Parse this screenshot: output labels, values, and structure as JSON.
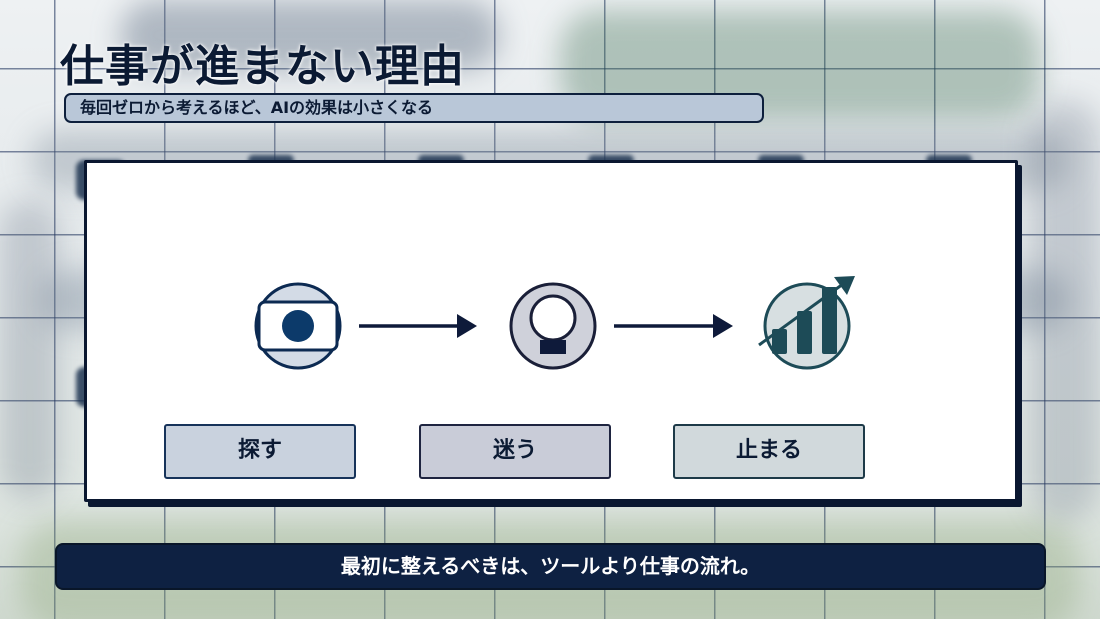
{
  "slide": {
    "title": "仕事が進まない理由",
    "subtitle": "毎回ゼロから考えるほど、AIの効果は小さくなる",
    "steps": [
      {
        "label": "探す",
        "icon": "search-screen-icon"
      },
      {
        "label": "迷う",
        "icon": "lightbulb-icon"
      },
      {
        "label": "止まる",
        "icon": "growth-chart-icon"
      }
    ],
    "footer": "最初に整えるべきは、ツールより仕事の流れ。"
  },
  "colors": {
    "navy": "#0e2142",
    "step1_fill": "#c9d2de",
    "step2_fill": "#c9ccd8",
    "step3_fill": "#d1d9dc",
    "teal": "#1d4b57"
  }
}
